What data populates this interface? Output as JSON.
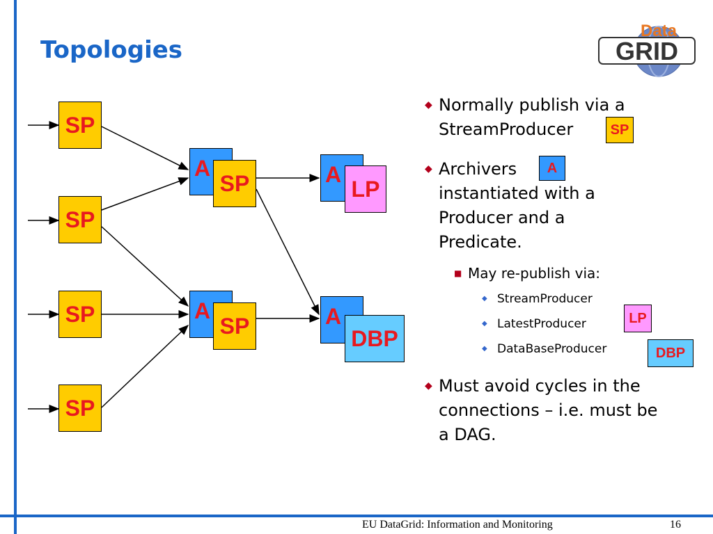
{
  "slide": {
    "title": "Topologies",
    "logo_text_top": "Data",
    "logo_text_bottom": "GRID",
    "footer": "EU DataGrid: Information and Monitoring",
    "page_number": "16"
  },
  "diagram": {
    "sp_sources": [
      "SP",
      "SP",
      "SP",
      "SP"
    ],
    "archiver_upper": {
      "a": "A",
      "sp": "SP"
    },
    "archiver_lower": {
      "a": "A",
      "sp": "SP"
    },
    "latest_group": {
      "a": "A",
      "lp": "LP"
    },
    "db_group": {
      "a": "A",
      "dbp": "DBP"
    }
  },
  "bullets": {
    "b1": "Normally publish via a StreamProducer",
    "b1_box": "SP",
    "b2_line1": "Archivers",
    "b2_box": "A",
    "b2_rest": "instantiated with a Producer and a Predicate.",
    "sub": "May re-publish via:",
    "subsub": [
      "StreamProducer",
      "LatestProducer",
      "DataBaseProducer"
    ],
    "subsub_box_lp": "LP",
    "subsub_box_dbp": "DBP",
    "b3": "Must avoid cycles in the connections – i.e. must be a DAG."
  },
  "colors": {
    "accent_blue": "#1a66c7",
    "sp_yellow": "#ffcc00",
    "archiver_blue": "#3399ff",
    "lp_pink": "#ff99ff",
    "dbp_cyan": "#66ccff",
    "label_red": "#e8191f"
  }
}
